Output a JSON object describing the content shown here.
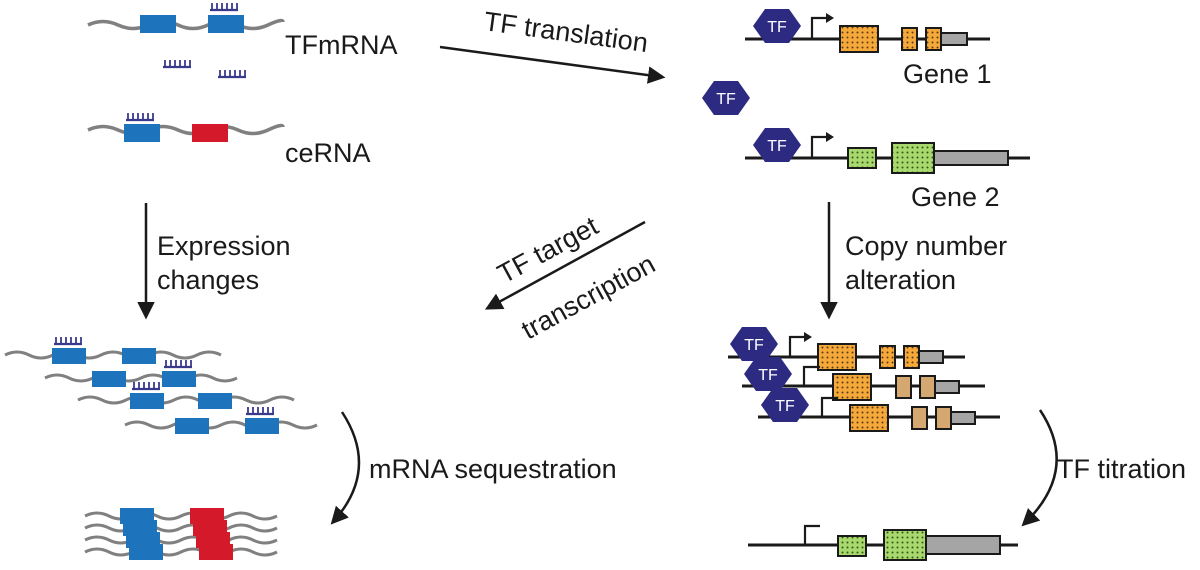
{
  "labels": {
    "tfmrna": "TFmRNA",
    "cerna": "ceRNA",
    "tf_translation": "TF translation",
    "gene1": "Gene 1",
    "gene2": "Gene 2",
    "expression_1": "Expression",
    "expression_2": "changes",
    "tf_target_1": "TF target",
    "tf_target_2": "transcription",
    "copy_1": "Copy number",
    "copy_2": "alteration",
    "mrna_seq": "mRNA sequestration",
    "tf_titration": "TF titration",
    "tf": "TF"
  },
  "colors": {
    "mirna_blue": "#3a3a8c",
    "exon_blue": "#1d74bd",
    "exon_red": "#d3192a",
    "tf_fill": "#2d2a82",
    "gene_orange": "#f5a93a",
    "gene_green": "#a8d86e",
    "gene_tan": "#d4a870",
    "utr_gray": "#a5a5a5",
    "strand_gray": "#808080",
    "line_black": "#1a1a1a"
  },
  "icons": [
    "mirna-icon",
    "tf-hexagon-icon",
    "promoter-arrow-icon"
  ]
}
